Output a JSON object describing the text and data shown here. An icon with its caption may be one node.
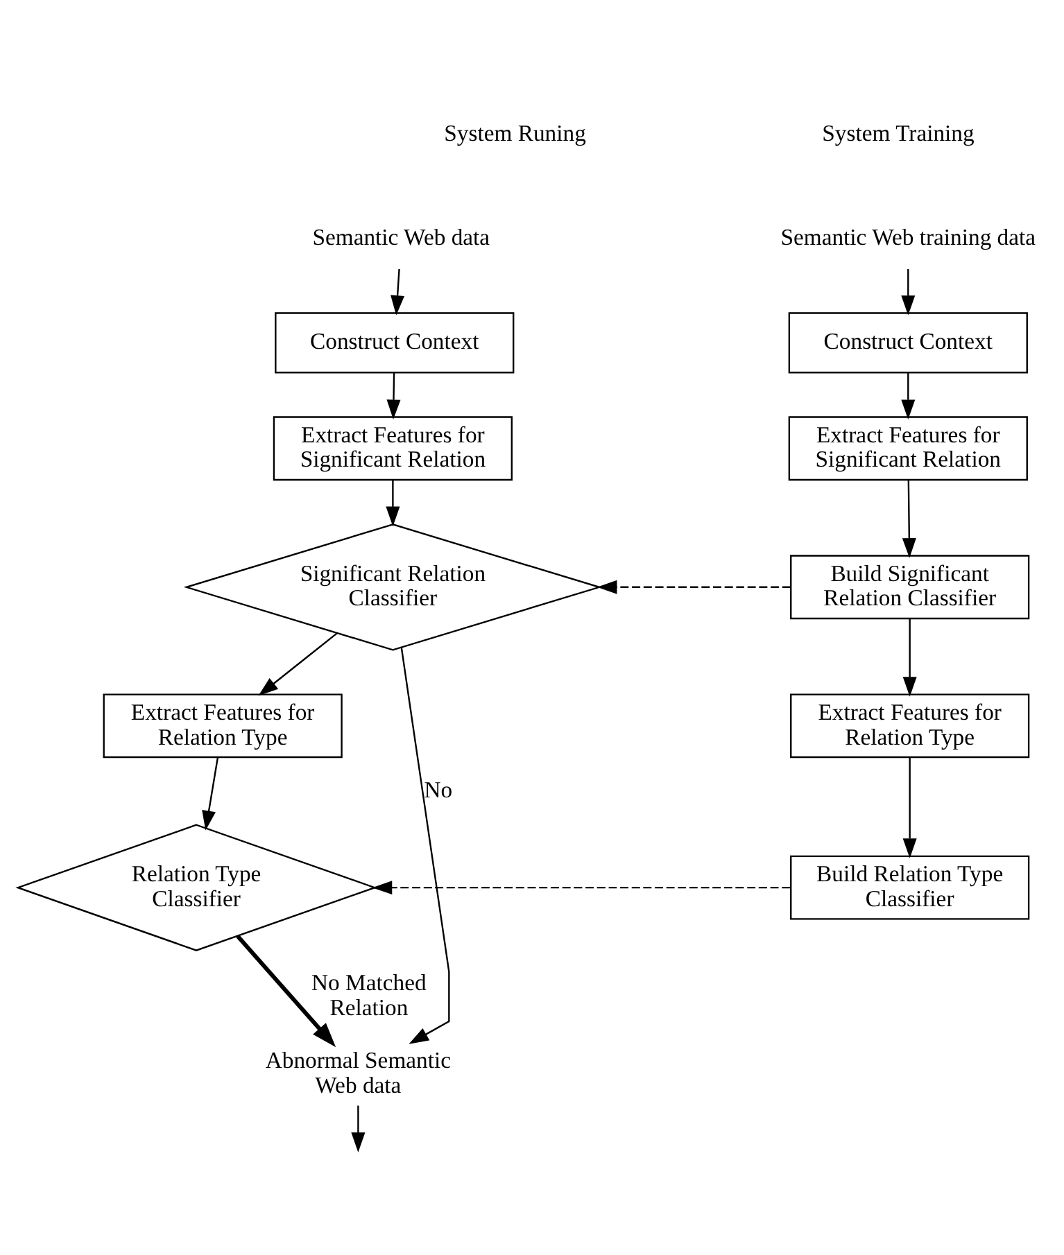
{
  "diagram": {
    "nodes": [
      {
        "text": [
          "Semantic Web data"
        ]
      },
      {
        "text": [
          "Construct Context"
        ]
      },
      {
        "text": [
          "Extract Features for Significant Relation"
        ]
      },
      {
        "text": [
          "Significant Relation Classifier"
        ]
      },
      {
        "text": [
          "Extract Features for Relation Type"
        ]
      },
      {
        "text": [
          "Relation Type Classifier"
        ]
      },
      {
        "text": [
          "Abnormal Semantic Web data"
        ]
      },
      {
        "text": [
          "Semantic Web training data"
        ]
      },
      {
        "text": [
          "Construct Context"
        ]
      },
      {
        "text": [
          "Extract Features for Significant Relation"
        ]
      },
      {
        "text": [
          "Build Significant Relation Classifier"
        ]
      },
      {
        "text": [
          "Extract Features for Relation Type"
        ]
      },
      {
        "text": [
          "Build Relation Type Classifier"
        ]
      }
    ],
    "edges": [
      {
        "from": 0,
        "to": 1,
        "arrow": "to"
      },
      {
        "from": 1,
        "to": 2,
        "arrow": "to"
      },
      {
        "from": 2,
        "to": 3,
        "arrow": "to"
      },
      {
        "from": 3,
        "to": 4,
        "arrow": "to"
      },
      {
        "from": 4,
        "to": 5,
        "arrow": "to"
      },
      {
        "from": 5,
        "to": 6,
        "arrow": "to",
        "label": "No Matched Relation",
        "style": "thick"
      },
      {
        "from": 3,
        "to": 6,
        "arrow": "to",
        "label": "No"
      },
      {
        "from": 10,
        "to": 3,
        "arrow": "to",
        "style": "dashed"
      },
      {
        "from": 12,
        "to": 5,
        "arrow": "to",
        "style": "dashed"
      },
      {
        "from": 7,
        "to": 8,
        "arrow": "to"
      },
      {
        "from": 8,
        "to": 9,
        "arrow": "to"
      },
      {
        "from": 9,
        "to": 10,
        "arrow": "to"
      },
      {
        "from": 10,
        "to": 11,
        "arrow": "to"
      },
      {
        "from": 11,
        "to": 12,
        "arrow": "to"
      },
      {
        "from": 6,
        "to": null,
        "arrow": "to"
      }
    ],
    "labels": [
      "System Runing",
      "System Training"
    ]
  }
}
